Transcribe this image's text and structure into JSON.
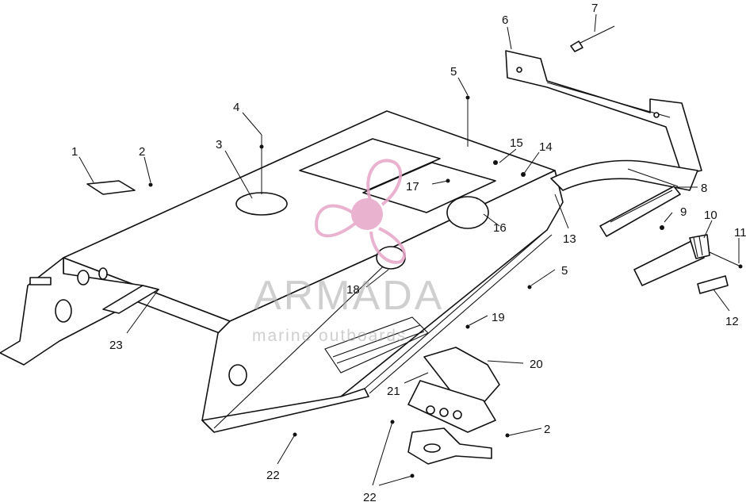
{
  "watermark": {
    "brand": "ARMADA",
    "tagline": "marine outboards",
    "logo_color": "#e6a6c8"
  },
  "callouts": {
    "c1": "1",
    "c2a": "2",
    "c2b": "2",
    "c3": "3",
    "c4": "4",
    "c5a": "5",
    "c5b": "5",
    "c6": "6",
    "c7": "7",
    "c8": "8",
    "c9": "9",
    "c10": "10",
    "c11": "11",
    "c12": "12",
    "c13": "13",
    "c14": "14",
    "c15": "15",
    "c16": "16",
    "c17": "17",
    "c18": "18",
    "c19": "19",
    "c20": "20",
    "c21": "21",
    "c22a": "22",
    "c22b": "22",
    "c23": "23"
  }
}
